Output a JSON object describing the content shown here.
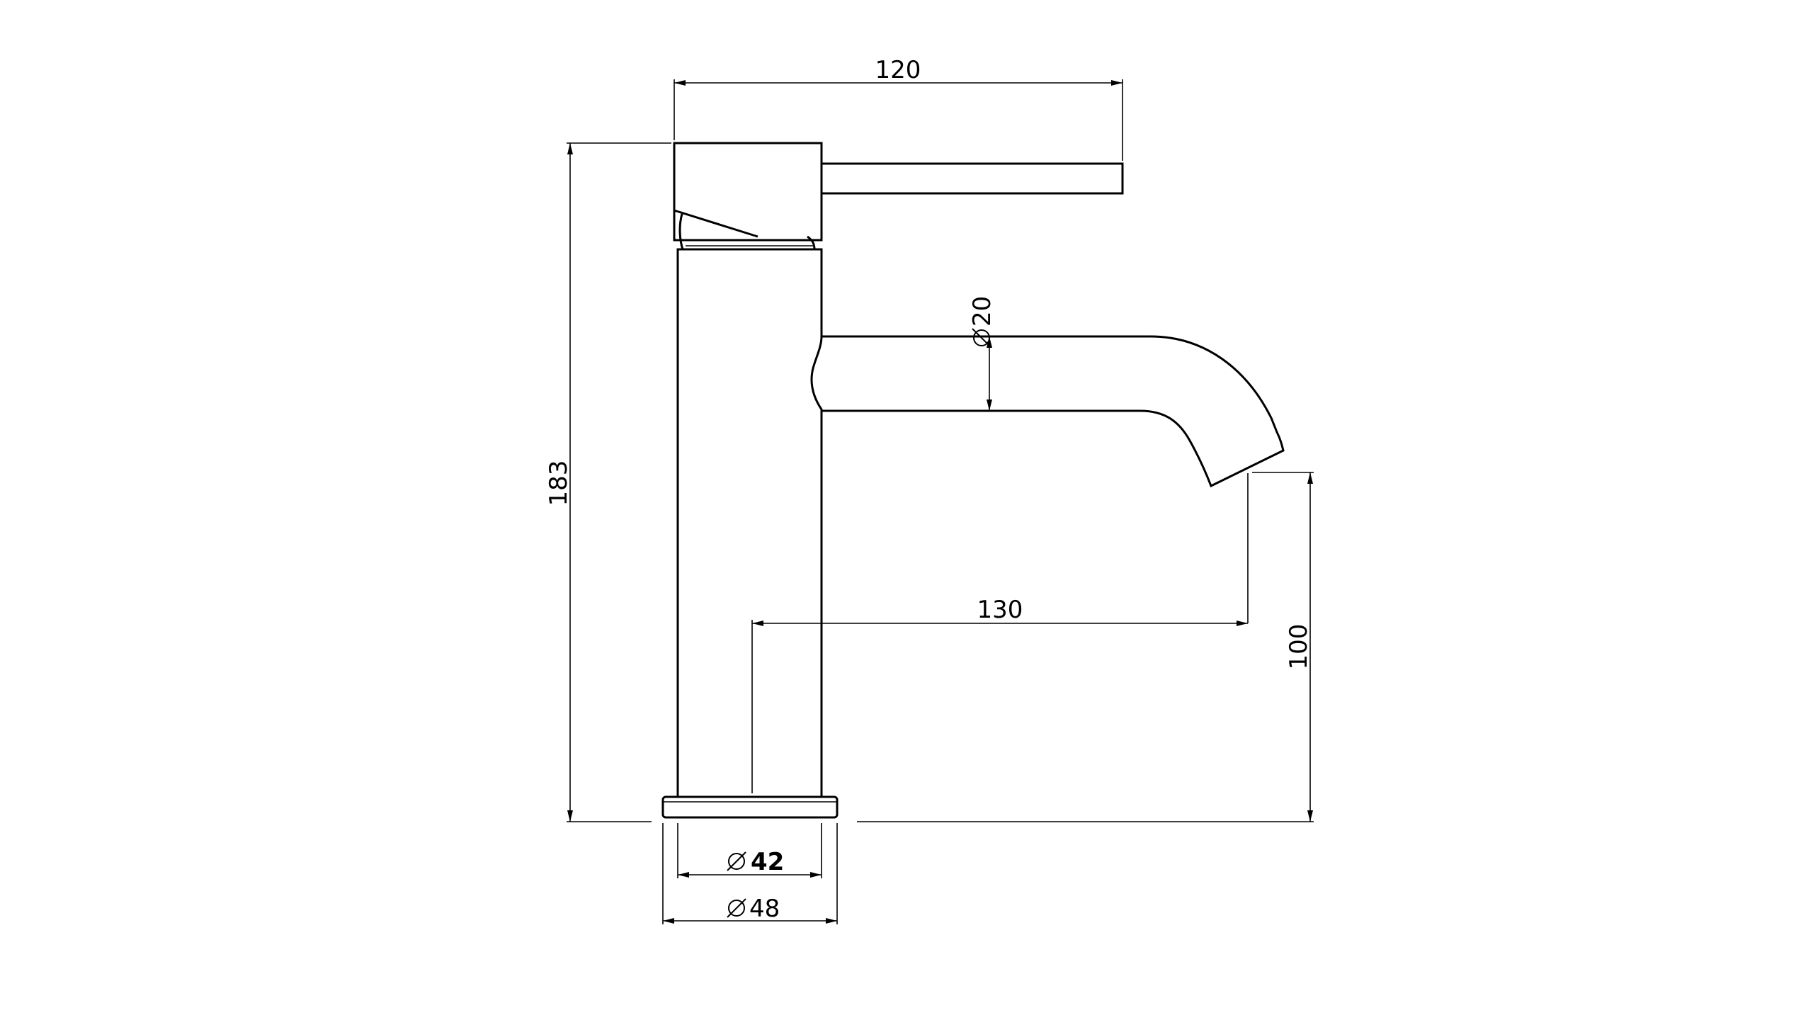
{
  "drawing": {
    "subject": "basin mixer tap",
    "dimensions": {
      "handle_width": "120",
      "total_height": "183",
      "spout_diameter": "20",
      "spout_reach": "130",
      "spout_height": "100",
      "body_diameter": "42",
      "base_diameter": "48"
    },
    "diameter_symbol": "⌀",
    "colors": {
      "line": "#000000",
      "background": "#ffffff"
    }
  }
}
